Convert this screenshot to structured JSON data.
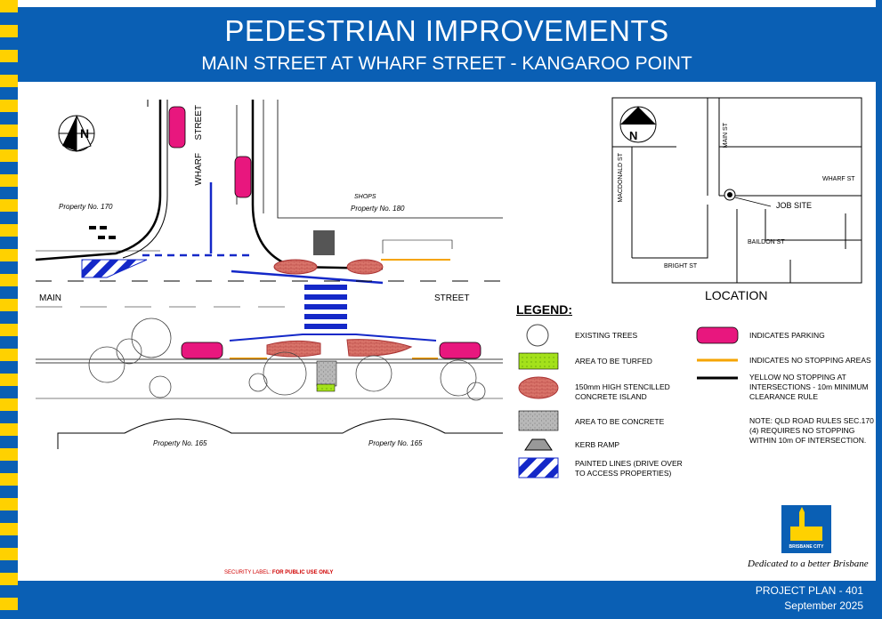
{
  "header": {
    "title": "PEDESTRIAN IMPROVEMENTS",
    "subtitle": "MAIN STREET AT WHARF STREET - KANGAROO POINT"
  },
  "plan": {
    "street_wharf_1": "STREET",
    "street_wharf_2": "WHARF",
    "street_main": "MAIN",
    "street_street": "STREET",
    "property_170": "Property No. 170",
    "shops": "SHOPS",
    "property_180": "Property No. 180",
    "property_165_a": "Property No. 165",
    "property_165_b": "Property No. 165",
    "north": "N"
  },
  "legend": {
    "title": "LEGEND:",
    "items": {
      "trees": "EXISTING TREES",
      "turfed": "AREA TO BE TURFED",
      "island": "150mm HIGH STENCILLED CONCRETE ISLAND",
      "concrete": "AREA TO BE CONCRETE",
      "kerb_ramp": "KERB RAMP",
      "painted": "PAINTED LINES (DRIVE OVER TO ACCESS PROPERTIES)",
      "parking": "INDICATES PARKING",
      "no_stopping": "INDICATES NO STOPPING AREAS",
      "yellow_no_stopping": "YELLOW NO STOPPING AT INTERSECTIONS - 10m MINIMUM CLEARANCE RULE",
      "note": "NOTE: QLD ROAD RULES SEC.170 (4) REQUIRES NO STOPPING WITHIN 10m OF INTERSECTION."
    }
  },
  "location": {
    "title": "LOCATION",
    "main_st": "MAIN ST",
    "macdonald_st": "MACDONALD ST",
    "wharf_st": "WHARF ST",
    "job_site": "JOB SITE",
    "baildon_st": "BAILDON ST",
    "bright_st": "BRIGHT ST",
    "north": "N"
  },
  "security": {
    "label": "SECURITY LABEL:",
    "value": "FOR PUBLIC USE ONLY"
  },
  "branding": {
    "logo_text": "BRISBANE CITY",
    "tagline": "Dedicated to a better Brisbane"
  },
  "footer": {
    "plan": "PROJECT PLAN - 401",
    "date": "September 2025"
  },
  "colors": {
    "brand_blue": "#0a5fb4",
    "stripe_yellow": "#ffd100",
    "no_stopping_orange": "#f5a400",
    "parking_pink": "#e8177e",
    "island_red": "#c8463a",
    "turf_green": "#8fd400"
  }
}
